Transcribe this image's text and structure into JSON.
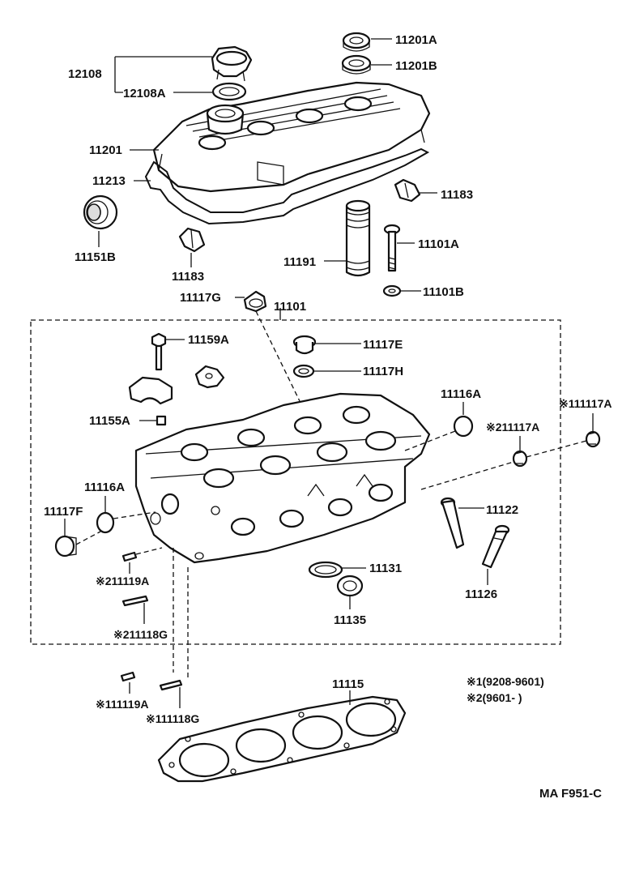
{
  "labels": {
    "p12108": "12108",
    "p12108A": "12108A",
    "p11201A": "11201A",
    "p11201B": "11201B",
    "p11201": "11201",
    "p11213": "11213",
    "p11183a": "11183",
    "p11151B": "11151B",
    "p11183b": "11183",
    "p11191": "11191",
    "p11101A": "11101A",
    "p11101B": "11101B",
    "p11117G": "11117G",
    "p11101": "11101",
    "p11159A": "11159A",
    "p11117E": "11117E",
    "p11117H": "11117H",
    "p11116A_r": "11116A",
    "p11155A": "11155A",
    "p1_11117A": "※111117A",
    "p2_11117A": "※211117A",
    "p11116A_l": "11116A",
    "p11117F": "11117F",
    "p11122": "11122",
    "p11131": "11131",
    "p11126": "11126",
    "p2_11119A": "※211119A",
    "p11135": "11135",
    "p2_11118G": "※211118G",
    "p11115": "11115",
    "p1_11119A": "※111119A",
    "p1_11118G": "※111118G"
  },
  "notes": {
    "n1": "※1(9208-9601)",
    "n2": "※2(9601-      )"
  },
  "diagram_code": "MA F951-C"
}
